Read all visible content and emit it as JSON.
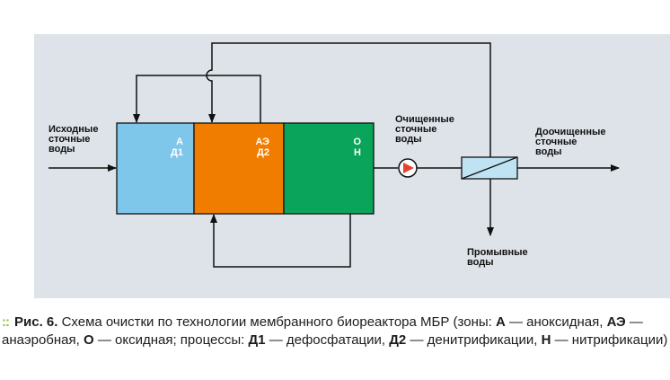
{
  "colors": {
    "panel_bg": "#dde3e9",
    "zone_a": "#7fc7ea",
    "zone_ae": "#f07d00",
    "zone_o": "#0aa55a",
    "line": "#111111",
    "caption_dots": "#8dbf3f",
    "pump": "#e8412c",
    "filter": "#bfe3f2"
  },
  "diagram": {
    "inlet_label": "Исходные\nсточные\nводы",
    "zone_a_label": "А\nД1",
    "zone_ae_label": "АЭ\nД2",
    "zone_o_label": "О\nН",
    "purified_label": "Очищенные\nсточные\nводы",
    "posttreated_label": "Доочищенные\nсточные\nводы",
    "wash_label": "Промывные\nводы",
    "pump_icon": "pump-icon",
    "filter_icon": "membrane-filter-icon"
  },
  "caption": {
    "dots": "::",
    "figure": "Рис. 6.",
    "title": "Схема очистки по технологии мембранного биореактора МБР (зоны:",
    "a": "А",
    "a_desc": "— аноксидная,",
    "ae": "АЭ",
    "ae_desc": "— анаэробная,",
    "o": "О",
    "o_desc": "— оксидная; процессы:",
    "d1": "Д1",
    "d1_desc": "— дефосфатации,",
    "d2": "Д2",
    "d2_desc": "— денитрификации,",
    "n": "Н",
    "n_desc": "— нитрификации)"
  }
}
